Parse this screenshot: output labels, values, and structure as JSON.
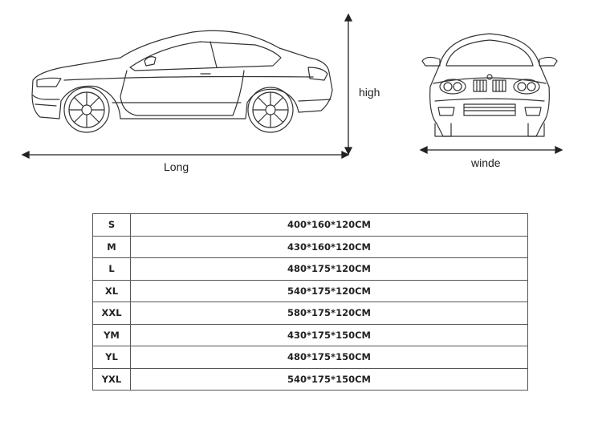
{
  "labels": {
    "long": "Long",
    "high": "high",
    "width": "winde"
  },
  "size_table": [
    {
      "size": "S",
      "dimensions": "400*160*120CM"
    },
    {
      "size": "M",
      "dimensions": "430*160*120CM"
    },
    {
      "size": "L",
      "dimensions": "480*175*120CM"
    },
    {
      "size": "XL",
      "dimensions": "540*175*120CM"
    },
    {
      "size": "XXL",
      "dimensions": "580*175*120CM"
    },
    {
      "size": "YM",
      "dimensions": "430*175*150CM"
    },
    {
      "size": "YL",
      "dimensions": "480*175*150CM"
    },
    {
      "size": "YXL",
      "dimensions": "540*175*150CM"
    }
  ]
}
